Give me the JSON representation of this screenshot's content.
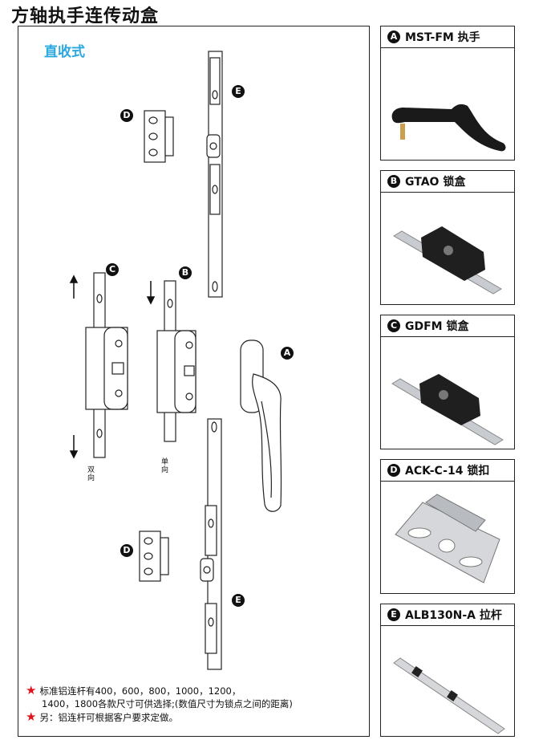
{
  "header": {
    "title": "方轴执手连传动盒"
  },
  "main": {
    "subtitle": "直收式",
    "tags": {
      "a": "A",
      "b": "B",
      "c": "C",
      "d": "D",
      "e": "E"
    },
    "direction_labels": {
      "double": "双向",
      "single": "单向"
    },
    "notes": [
      "标准铝连杆有400，600，800，1000，1200，",
      "1400，1800各款尺寸可供选择;(数值尺寸为锁点之间的距离)",
      "另：铝连杆可根据客户要求定做。"
    ]
  },
  "accent_color": "#29a8e0",
  "note_star_color": "#e0121b",
  "sidebar": {
    "cards": [
      {
        "tag": "A",
        "label": "MST-FM 执手"
      },
      {
        "tag": "B",
        "label": "GTAO 锁盒"
      },
      {
        "tag": "C",
        "label": "GDFM 锁盒"
      },
      {
        "tag": "D",
        "label": "ACK-C-14 锁扣"
      },
      {
        "tag": "E",
        "label": "ALB130N-A 拉杆"
      }
    ]
  }
}
